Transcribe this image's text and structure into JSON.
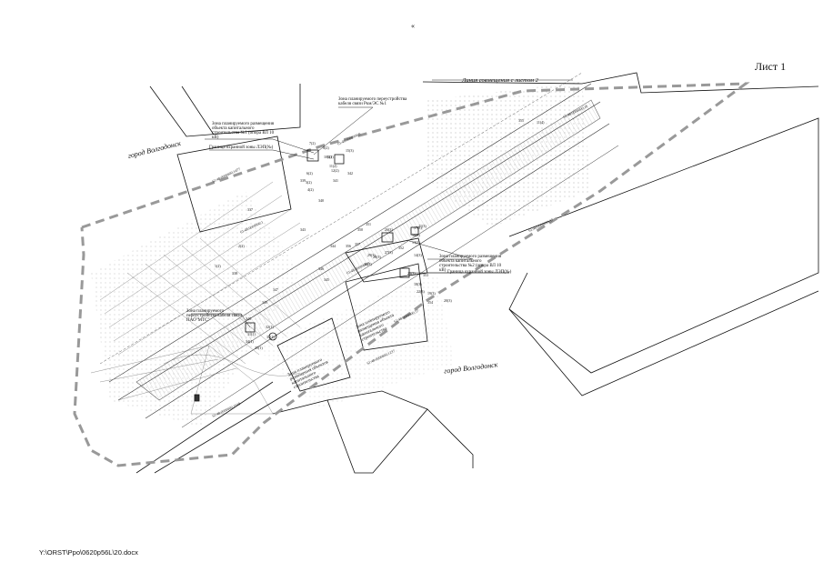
{
  "page_mark": "«",
  "sheet_label": "Лист 1",
  "footer_path": "Y:\\ORST\\Ppo\\0620p56L\\20.docx",
  "map": {
    "match_line": "Линия совмещения с листом 2",
    "city_left": "город Волгодонск",
    "city_bottom": "город Волгодонск",
    "zones": {
      "cable_zone": "Зона планируемого переустройства кабеля связи Ркм/ЭС №1",
      "reconstruction_1": "Зона планируемого размещения объекта капитального строительства №1 (опора ВЛ 10 кВ)",
      "reconstruction_2": "Зона планируемого размещения объекта капитального строительства №2 (опора ВЛ 10 кВ)",
      "reconstruction_3": "Зона планируемого размещения объекта капитального строительства",
      "reconstruction_4": "Зона планируемого размещения объектов капитального строительства",
      "cable_zone_2": "Зона планируемого переустройства кабеля связи ПАО\"МТС\"",
      "protection_1": "Граница охранной зоны ЛЭП(№)",
      "protection_2": "Граница охранной зоны ЛЭП(№)"
    },
    "cadastral": [
      "61:48:0000000:1477",
      "61:48:0000000:0",
      "61:48:0000000:37",
      "61:48:0000000:26",
      "61:48:0000000:0",
      "61:48:0000000:1237",
      "61:48:0000000:1648",
      "61:48:0000000:1",
      "61:48:0000000:57"
    ],
    "points": [
      "1(2)",
      "2(2)",
      "3(2)",
      "4(2)",
      "5(2)",
      "6(2)",
      "7(2)",
      "8(2)",
      "10(2)",
      "11(2)",
      "12(2)",
      "13(3)",
      "14(3)",
      "15(3)",
      "16(3)",
      "17(3)",
      "18(3)",
      "19(3)",
      "20(3)",
      "21(3)",
      "22(3)",
      "23(3)",
      "26(3)",
      "27(3)",
      "28(3)",
      "29(3)",
      "30(3)",
      "31(1)",
      "32(1)",
      "33(1)",
      "34(1)",
      "35(1)",
      "11(4)"
    ],
    "numbers": [
      "337",
      "338",
      "339",
      "340",
      "341",
      "342",
      "343",
      "344",
      "345",
      "346",
      "347",
      "348",
      "349",
      "350",
      "351",
      "352",
      "353",
      "354",
      "355",
      "356",
      "357"
    ]
  }
}
